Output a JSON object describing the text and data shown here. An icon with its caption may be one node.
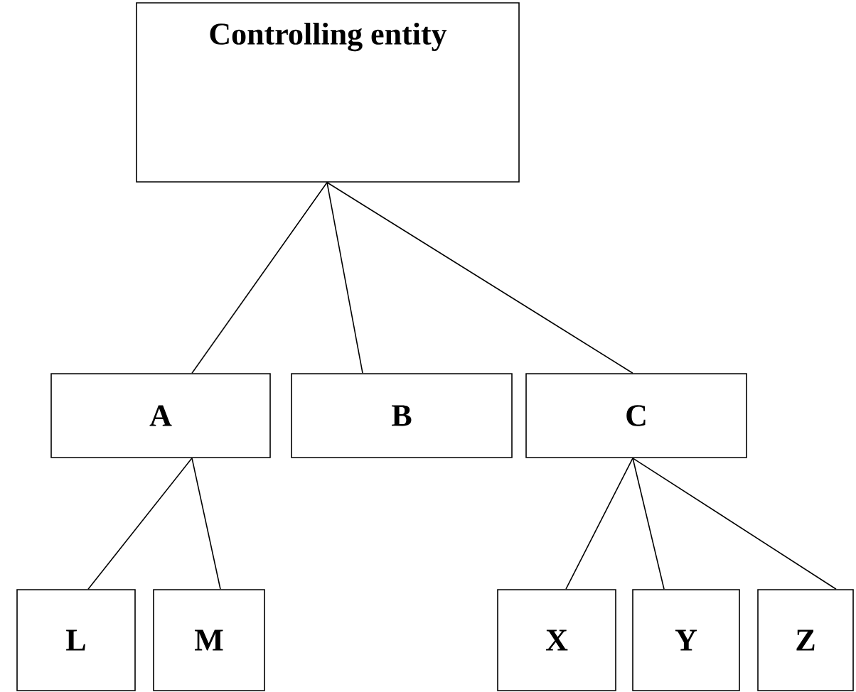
{
  "diagram": {
    "nodes": [
      {
        "text": [
          "Controlling entity"
        ]
      },
      {
        "text": [
          "A"
        ]
      },
      {
        "text": [
          "B"
        ]
      },
      {
        "text": [
          "C"
        ]
      },
      {
        "text": [
          "L"
        ]
      },
      {
        "text": [
          "M"
        ]
      },
      {
        "text": [
          "X"
        ]
      },
      {
        "text": [
          "Y"
        ]
      },
      {
        "text": [
          "Z"
        ]
      }
    ],
    "edges": [
      {
        "from": 0,
        "to": 1,
        "arrow": "none"
      },
      {
        "from": 0,
        "to": 2,
        "arrow": "none"
      },
      {
        "from": 0,
        "to": 3,
        "arrow": "none"
      },
      {
        "from": 1,
        "to": 4,
        "arrow": "none"
      },
      {
        "from": 1,
        "to": 5,
        "arrow": "none"
      },
      {
        "from": 3,
        "to": 6,
        "arrow": "none"
      },
      {
        "from": 3,
        "to": 7,
        "arrow": "none"
      },
      {
        "from": 3,
        "to": 8,
        "arrow": "none"
      }
    ]
  }
}
